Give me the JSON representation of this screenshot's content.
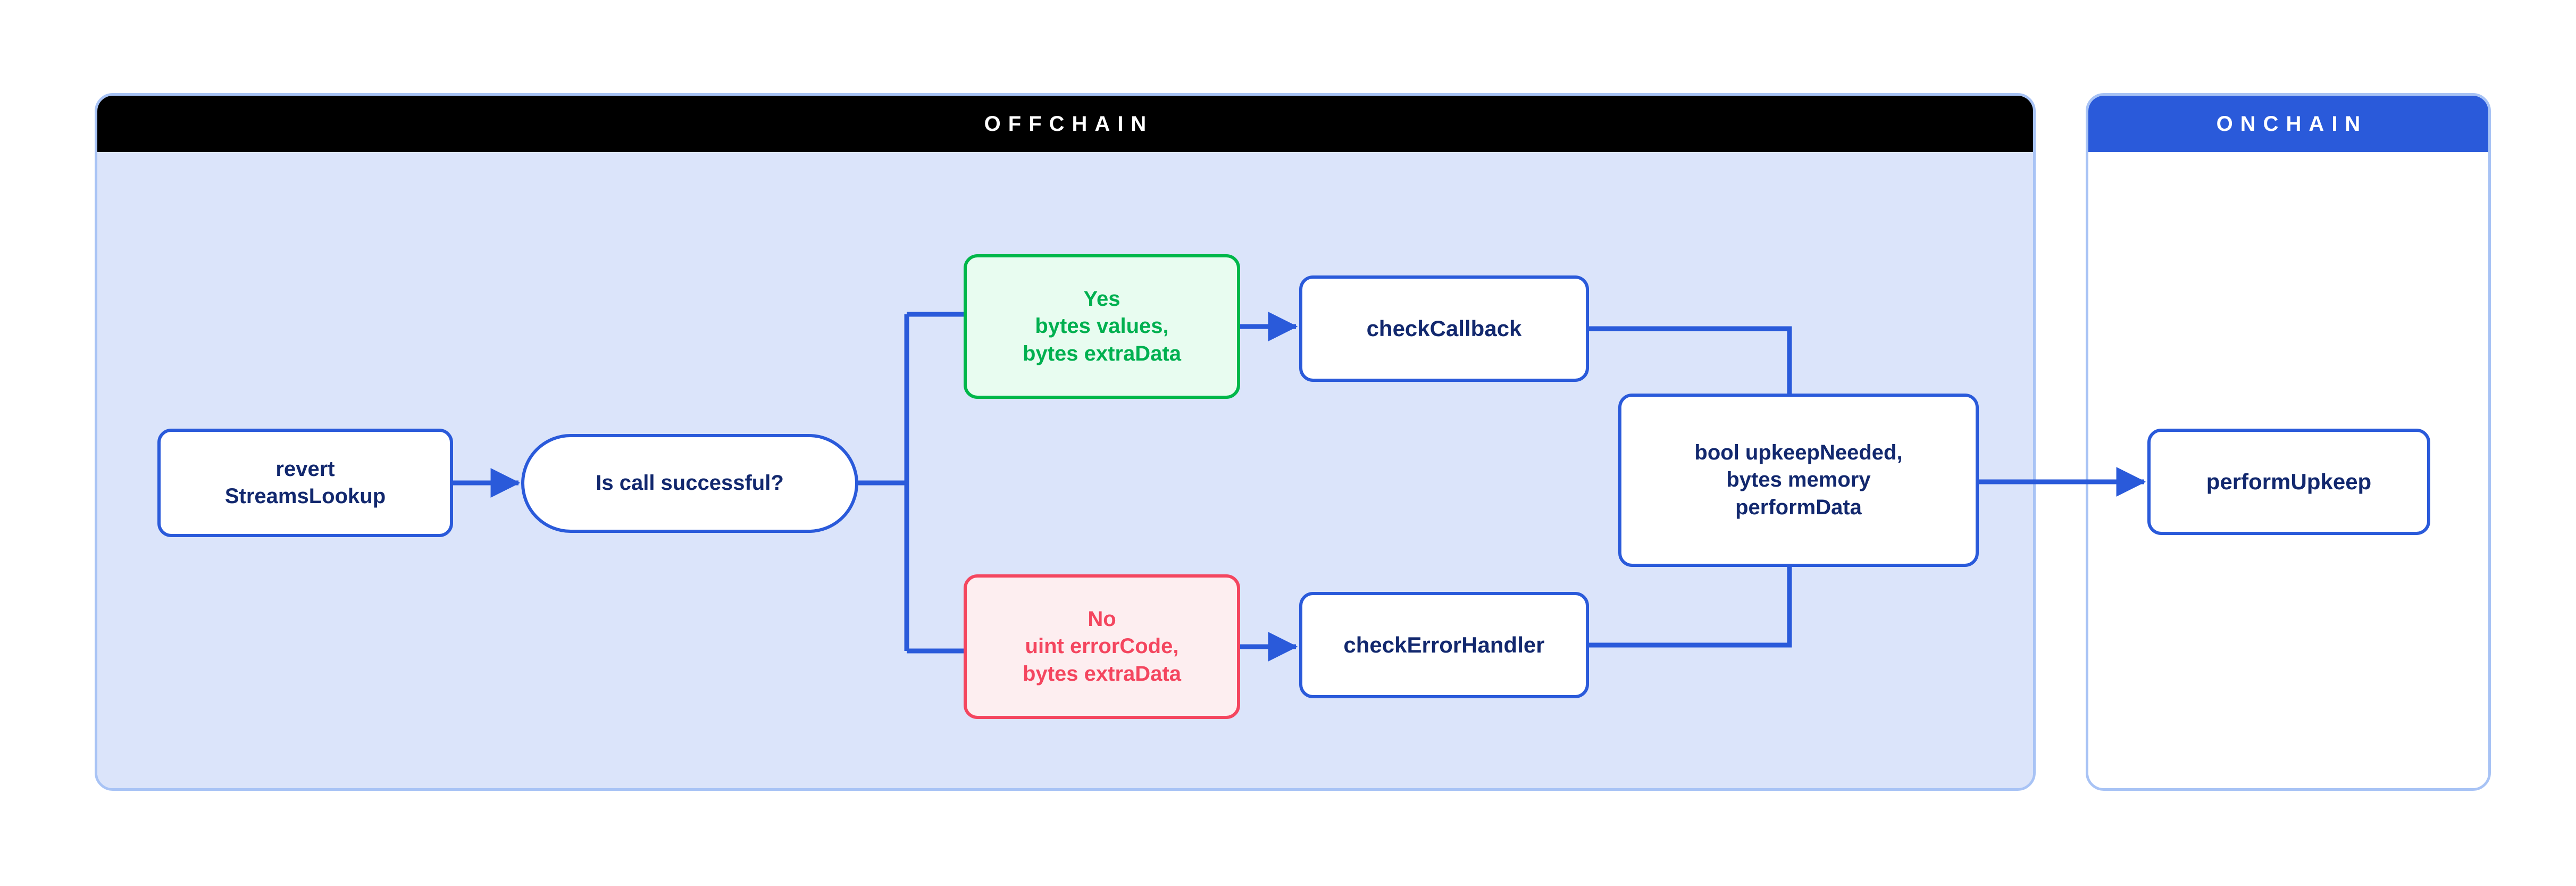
{
  "panels": {
    "offchain": {
      "title": "OFFCHAIN",
      "header_bg": "#000000",
      "body_bg": "#dbe4fa"
    },
    "onchain": {
      "title": "ONCHAIN",
      "header_bg": "#2a5ada",
      "body_bg": "#ffffff"
    }
  },
  "colors": {
    "panel_border": "#a8c3f5",
    "connector": "#2a5ada",
    "node_border_blue": "#2a5ada",
    "node_text_navy": "#12286e",
    "yes_fill": "#e8fcf0",
    "yes_stroke": "#00b74a",
    "yes_text": "#00b050",
    "no_fill": "#fdeef0",
    "no_stroke": "#f4465f",
    "no_text": "#f4465f"
  },
  "nodes": {
    "revert": {
      "label": "revert\nStreamsLookup"
    },
    "decision": {
      "label": "Is call successful?"
    },
    "yes": {
      "label": "Yes\nbytes values,\nbytes extraData"
    },
    "no": {
      "label": "No\nuint errorCode,\nbytes extraData"
    },
    "check_callback": {
      "label": "checkCallback"
    },
    "check_error": {
      "label": "checkErrorHandler"
    },
    "bool_result": {
      "label": "bool upkeepNeeded,\nbytes memory\nperformData"
    },
    "perform_upkeep": {
      "label": "performUpkeep"
    }
  },
  "edges": [
    {
      "from": "revert",
      "to": "decision",
      "arrow": true
    },
    {
      "from": "decision",
      "to": "yes",
      "arrow": false
    },
    {
      "from": "decision",
      "to": "no",
      "arrow": false
    },
    {
      "from": "yes",
      "to": "check_callback",
      "arrow": true
    },
    {
      "from": "no",
      "to": "check_error",
      "arrow": true
    },
    {
      "from": "check_callback",
      "to": "bool_result",
      "arrow": false
    },
    {
      "from": "check_error",
      "to": "bool_result",
      "arrow": false
    },
    {
      "from": "bool_result",
      "to": "perform_upkeep",
      "arrow": true
    }
  ]
}
